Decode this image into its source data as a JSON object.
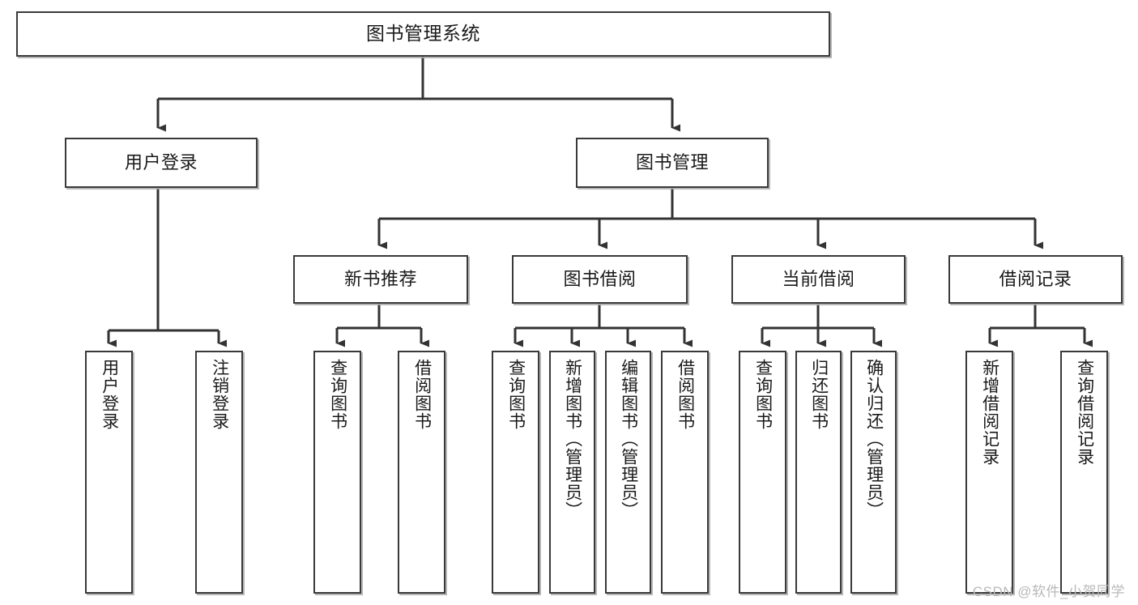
{
  "diagram": {
    "title": "图书管理系统",
    "type": "tree-hierarchy-chart",
    "orientation": "top-down",
    "box_stroke_color": "#3a3a3a",
    "box_fill_color": "#ffffff",
    "connector_color": "#333333",
    "text_color": "#1a1a1a",
    "watermark": "CSDN @软件_小贺同学"
  },
  "nodes": {
    "root": {
      "label": "图书管理系统"
    },
    "level2": [
      {
        "id": "user-login",
        "label": "用户登录"
      },
      {
        "id": "book-manage",
        "label": "图书管理"
      }
    ],
    "level3": [
      {
        "id": "new-book-recommend",
        "label": "新书推荐"
      },
      {
        "id": "book-borrow",
        "label": "图书借阅"
      },
      {
        "id": "current-borrow",
        "label": "当前借阅"
      },
      {
        "id": "borrow-record",
        "label": "借阅记录"
      }
    ],
    "leaves": {
      "user_login": [
        {
          "id": "leaf-user-login",
          "label": "用户登录"
        },
        {
          "id": "leaf-logout-login",
          "label": "注销登录"
        }
      ],
      "new_book_recommend": [
        {
          "id": "leaf-query-book-1",
          "label": "查询图书"
        },
        {
          "id": "leaf-borrow-book-1",
          "label": "借阅图书"
        }
      ],
      "book_borrow": [
        {
          "id": "leaf-query-book-2",
          "label": "查询图书"
        },
        {
          "id": "leaf-add-book",
          "label": "新增图书（管理员）"
        },
        {
          "id": "leaf-edit-book",
          "label": "编辑图书（管理员）"
        },
        {
          "id": "leaf-borrow-book-2",
          "label": "借阅图书"
        }
      ],
      "current_borrow": [
        {
          "id": "leaf-query-book-3",
          "label": "查询图书"
        },
        {
          "id": "leaf-return-book",
          "label": "归还图书"
        },
        {
          "id": "leaf-confirm-return",
          "label": "确认归还（管理员）"
        }
      ],
      "borrow_record": [
        {
          "id": "leaf-add-record",
          "label": "新增借阅记录"
        },
        {
          "id": "leaf-query-record",
          "label": "查询借阅记录"
        }
      ]
    }
  },
  "watermark": {
    "text": "CSDN @软件_小贺同学"
  }
}
